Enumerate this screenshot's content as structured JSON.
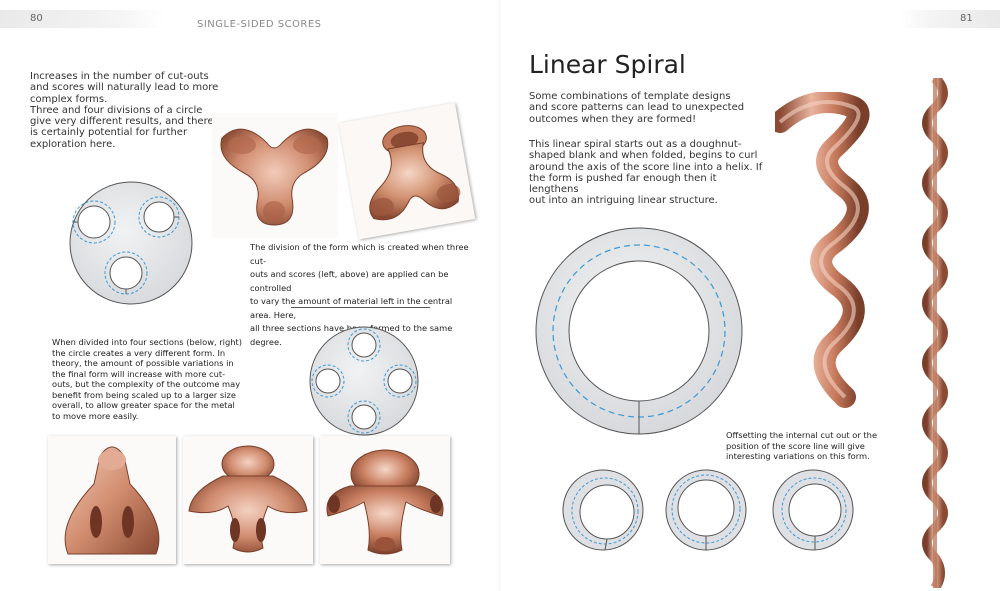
{
  "left_page": {
    "page_number": "80",
    "running_head": "SINGLE-SIDED SCORES",
    "intro_text": "Increases in the number of cut-outs\nand scores will naturally lead to more\ncomplex forms.\nThree and four divisions of a circle\ngive very different results, and there\nis certainly potential for further\nexploration here.",
    "caption_three": "The division of the form which is created when three cut-\nouts and scores (left, above) are applied can be controlled\nto vary the amount of material left in the central area. Here,\nall three sections have been formed to the same degree.",
    "caption_four": "When divided into four sections (below, right)\nthe circle creates a very different form. In\ntheory, the amount of possible variations in\nthe final form will increase with more cut-\nouts, but the complexity of the outcome may\nbenefit from being scaled up to a larger size\noverall, to allow greater space for the metal\nto move more easily."
  },
  "right_page": {
    "page_number": "81",
    "title": "Linear Spiral",
    "intro_para1": "Some combinations of template designs\nand score patterns can lead to unexpected\noutcomes when they are formed!",
    "intro_para2": "This linear spiral starts out as a doughnut-\nshaped blank and when folded, begins to curl\naround the axis of the score line into a helix. If\nthe form is pushed far enough then it lengthens\nout into an intriguing linear structure.",
    "caption_offset": "Offsetting the internal cut out or the\nposition of the score line will give\ninteresting variations on this form."
  },
  "colors": {
    "copper_light": "#e9b49f",
    "copper_mid": "#c77b5e",
    "copper_dark": "#8a4a33",
    "score_line": "#3c9ad6",
    "disc_fill": "#e6e7e9"
  }
}
